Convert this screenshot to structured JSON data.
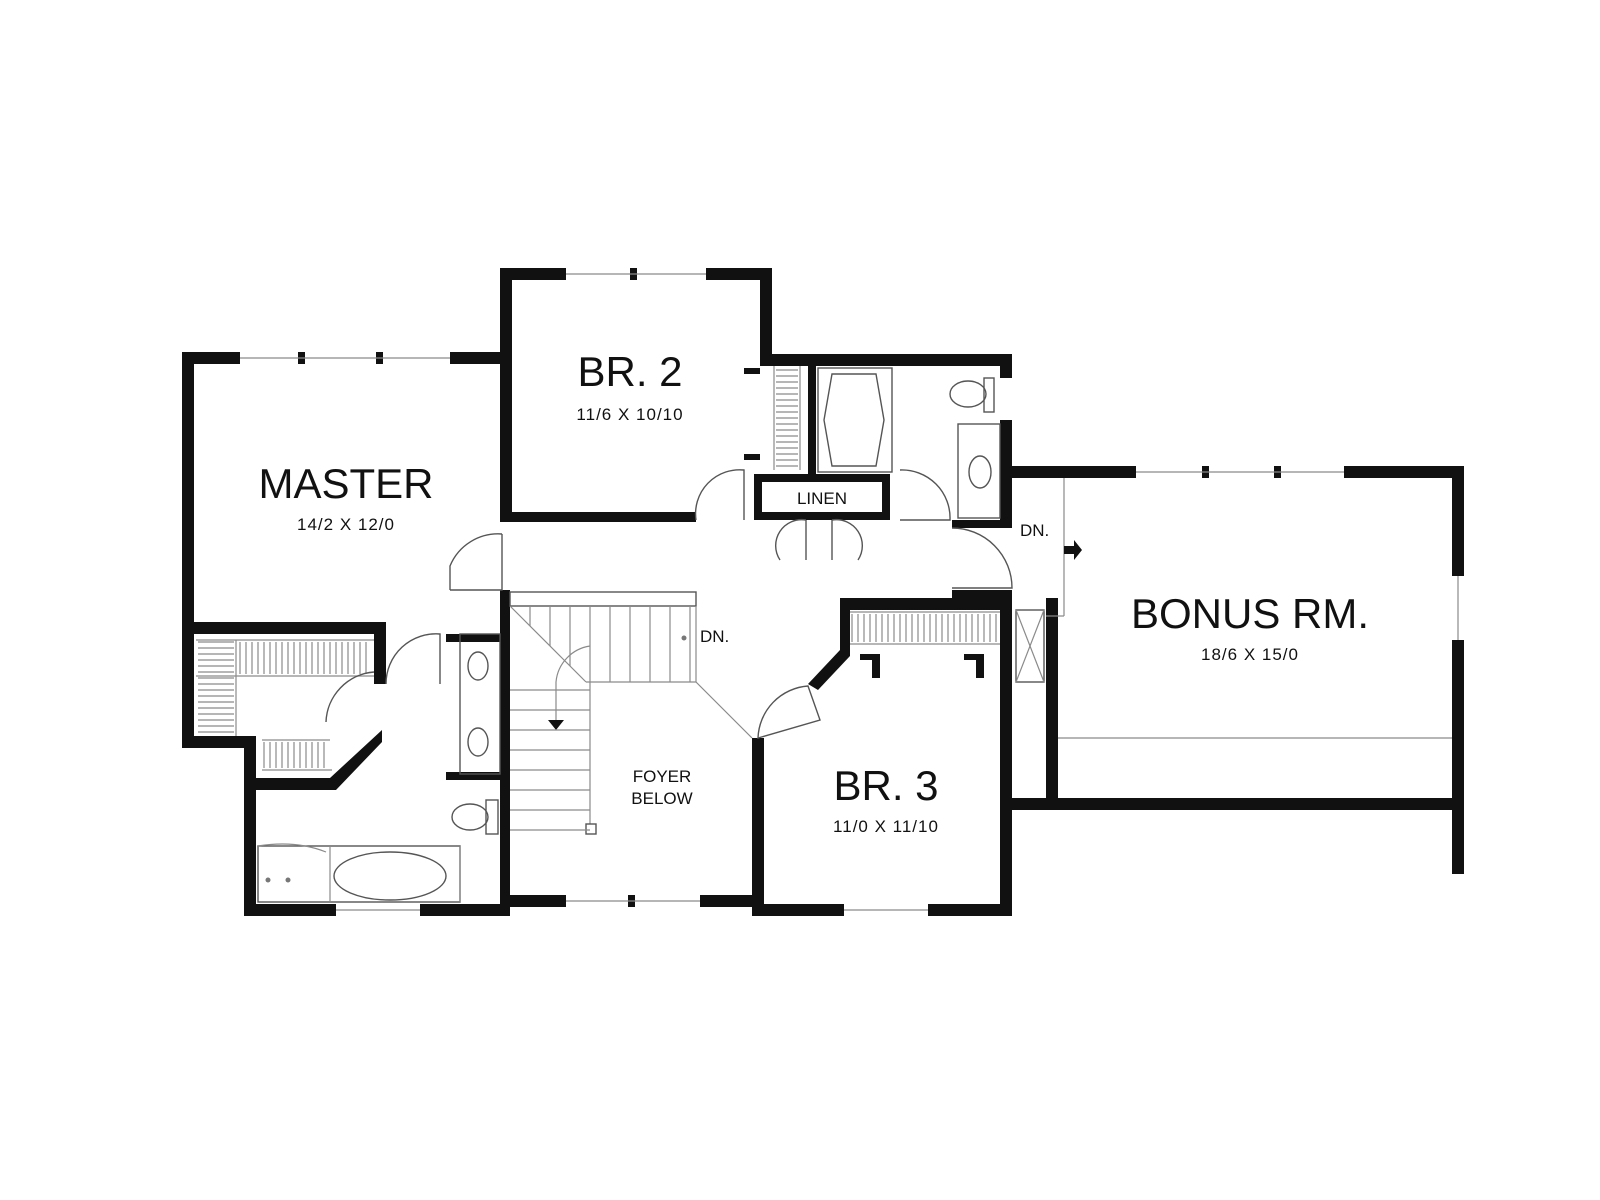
{
  "rooms": {
    "master": {
      "name": "MASTER",
      "dims": "14/2  X  12/0"
    },
    "br2": {
      "name": "BR. 2",
      "dims": "11/6  X  10/10"
    },
    "br3": {
      "name": "BR. 3",
      "dims": "11/0  X  11/10"
    },
    "bonus": {
      "name": "BONUS RM.",
      "dims": "18/6  X  15/0"
    }
  },
  "labels": {
    "linen": "LINEN",
    "foyer_line1": "FOYER",
    "foyer_line2": "BELOW",
    "stair_down": "DN.",
    "bonus_down": "DN."
  }
}
